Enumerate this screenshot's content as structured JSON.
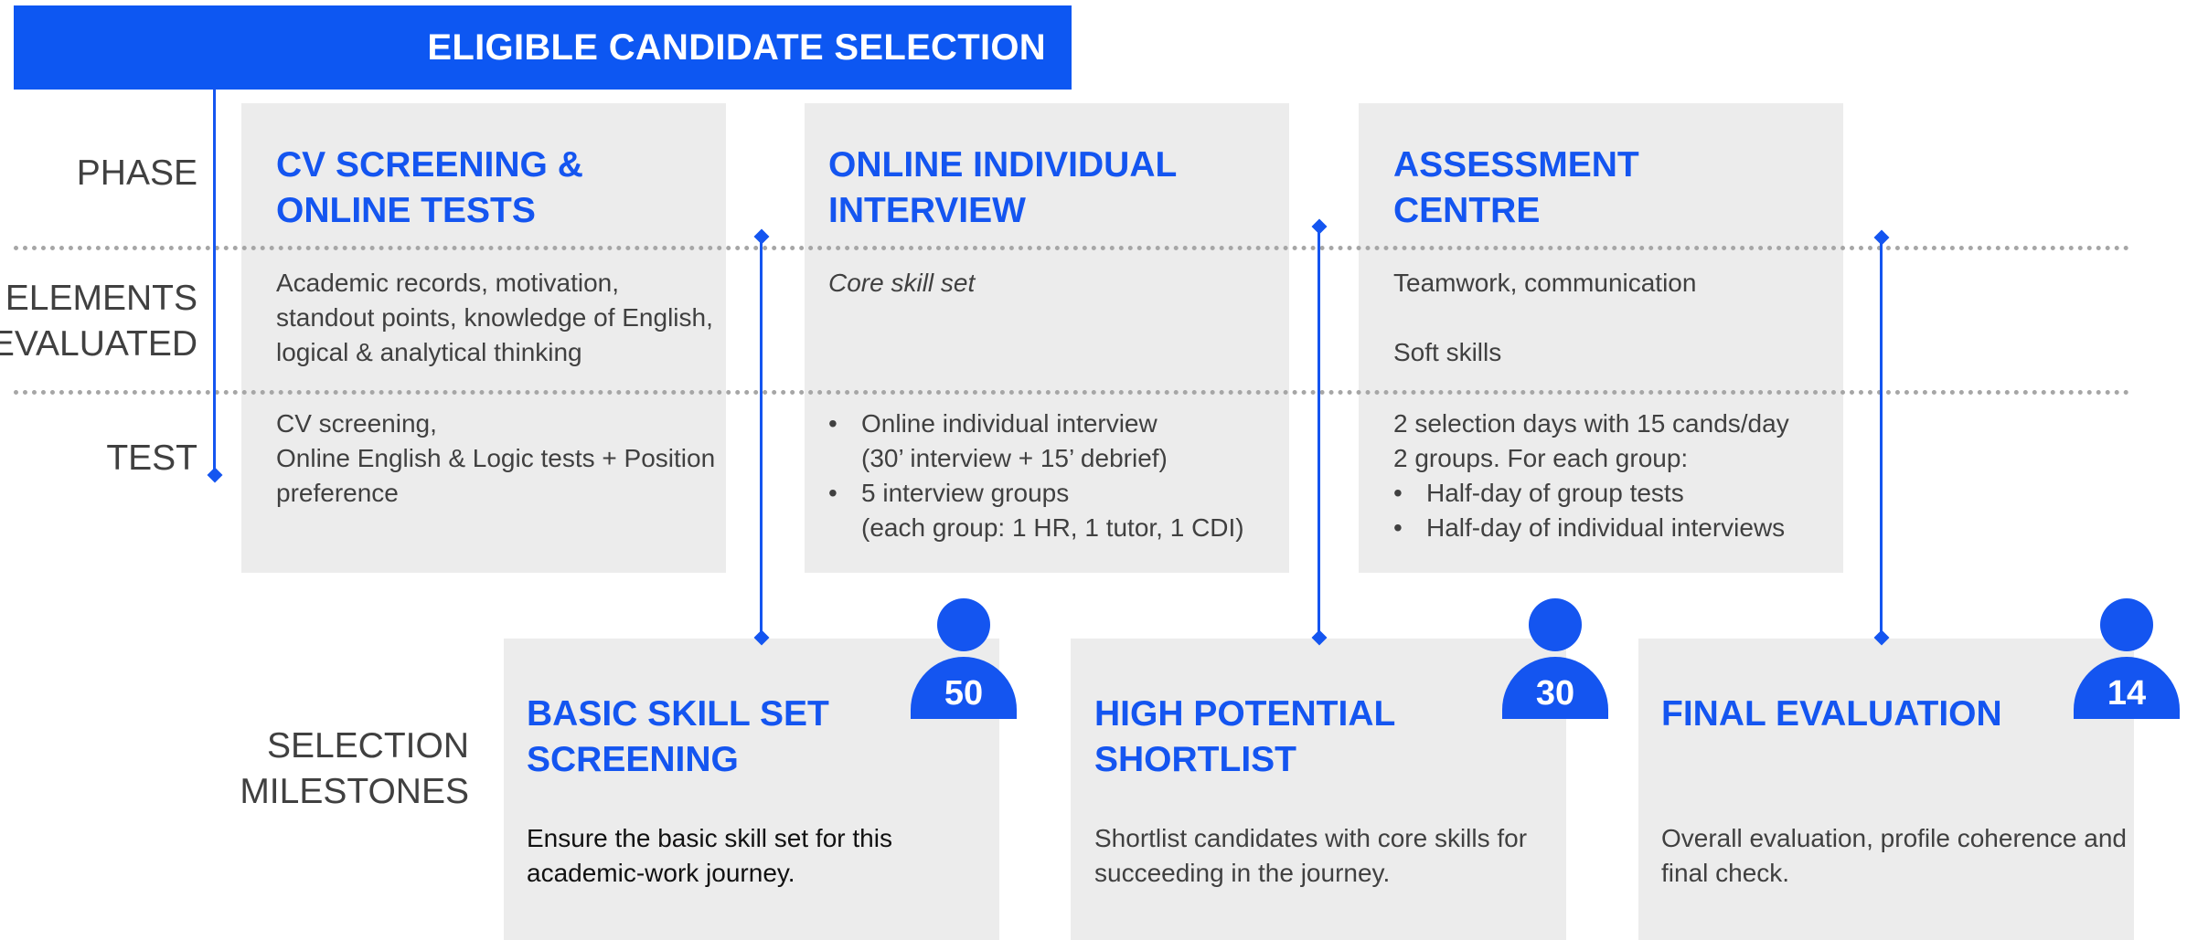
{
  "banner": {
    "title": "ELIGIBLE CANDIDATE SELECTION"
  },
  "row_labels": {
    "phase": "PHASE",
    "elements_1": "ELEMENTS",
    "elements_2": "EVALUATED",
    "test": "TEST",
    "milestones_1": "SELECTION",
    "milestones_2": "MILESTONES"
  },
  "phases": [
    {
      "title_1": "CV SCREENING &",
      "title_2": "ONLINE TESTS",
      "elements": [
        "Academic records, motivation,",
        "standout points, knowledge of English,",
        "logical & analytical thinking"
      ],
      "test": [
        "CV screening,",
        "Online English & Logic tests + Position",
        "preference"
      ]
    },
    {
      "title_1": "ONLINE INDIVIDUAL",
      "title_2": "INTERVIEW",
      "elements": [
        "Core skill set"
      ],
      "test_bullets": [
        {
          "line1": "Online individual interview",
          "line2": "(30’ interview + 15’ debrief)"
        },
        {
          "line1": "5 interview groups",
          "line2": "(each group: 1 HR, 1 tutor, 1 CDI)"
        }
      ]
    },
    {
      "title_1": "ASSESSMENT",
      "title_2": "CENTRE",
      "elements": [
        "Teamwork, communication",
        "Soft skills"
      ],
      "test": [
        "2 selection days with 15 cands/day",
        "2 groups. For each group:"
      ],
      "test_bullets": [
        "Half-day of group tests",
        "Half-day of individual interviews"
      ]
    }
  ],
  "bullet_char": "•",
  "milestones": [
    {
      "count": "50",
      "title_1": "BASIC SKILL SET",
      "title_2": "SCREENING",
      "desc": [
        "Ensure the basic skill set for this",
        "academic-work journey."
      ]
    },
    {
      "count": "30",
      "title_1": "HIGH POTENTIAL",
      "title_2": "SHORTLIST",
      "desc": [
        "Shortlist candidates with core skills for",
        "succeeding in the journey."
      ]
    },
    {
      "count": "14",
      "title_1": "FINAL EVALUATION",
      "desc": [
        "Overall evaluation, profile coherence and",
        "final check."
      ]
    }
  ],
  "colors": {
    "accent": "#1455f0",
    "banner": "#0d57f2",
    "panel": "#ececec",
    "text": "#404040"
  },
  "icons": [
    "person-icon"
  ]
}
